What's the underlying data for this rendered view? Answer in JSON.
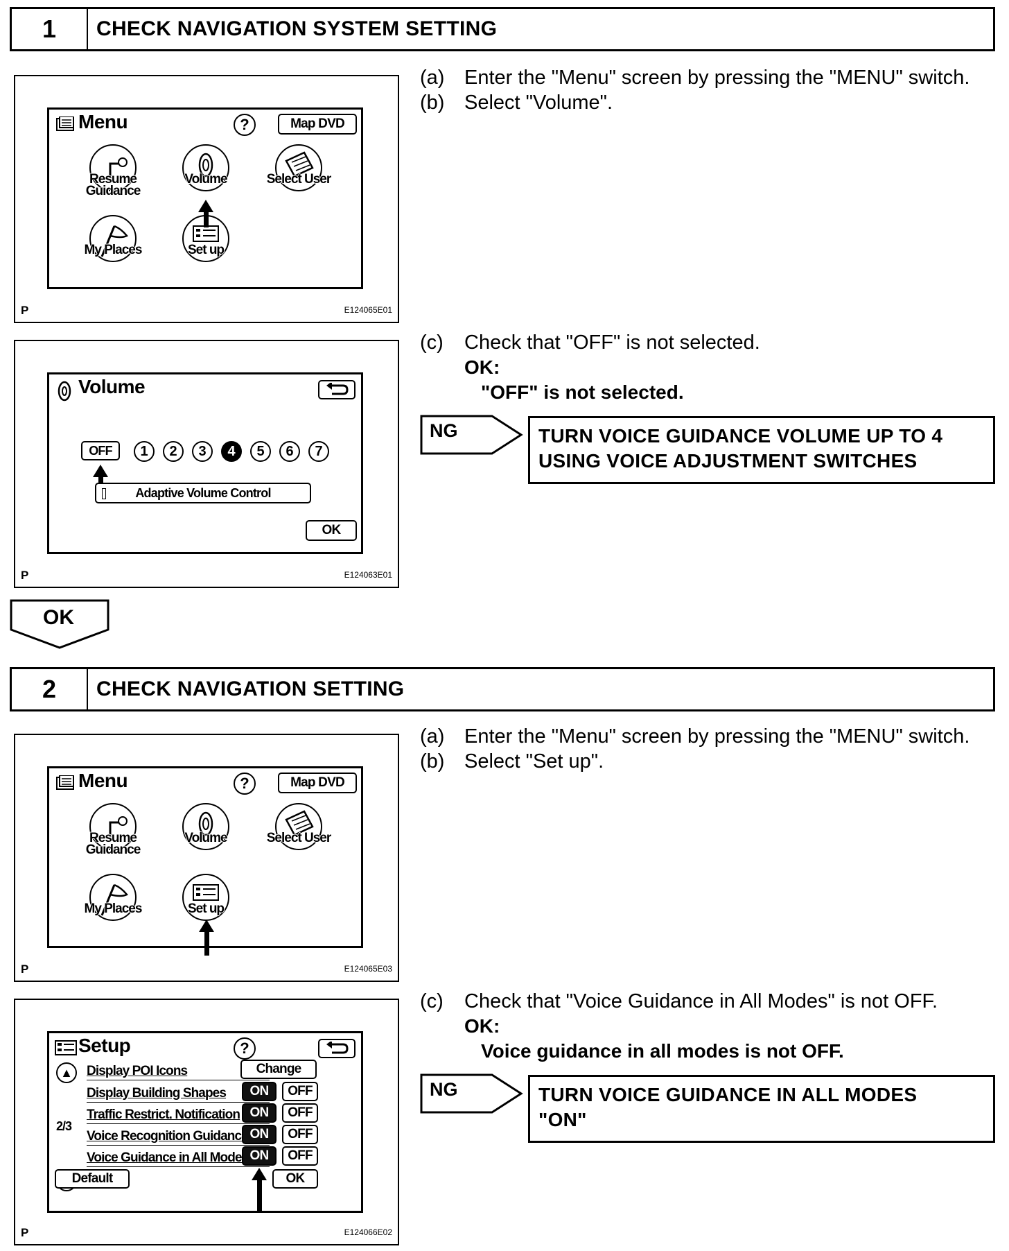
{
  "step1": {
    "number": "1",
    "title": "CHECK NAVIGATION SYSTEM SETTING",
    "instr_a_letter": "(a)",
    "instr_a": "Enter the \"Menu\" screen by pressing the \"MENU\" switch.",
    "instr_b_letter": "(b)",
    "instr_b": "Select \"Volume\".",
    "instr_c_letter": "(c)",
    "instr_c": "Check that \"OFF\" is not selected.",
    "ok_label": "OK:",
    "ok_text": "\"OFF\" is not selected.",
    "ng_label": "NG",
    "ng_line1": "TURN VOICE GUIDANCE VOLUME UP TO 4",
    "ng_line2": "USING VOICE ADJUSTMENT SWITCHES",
    "fig1_code": "E124065E01",
    "fig2_code": "E124063E01"
  },
  "ok_arrow_label": "OK",
  "step2": {
    "number": "2",
    "title": "CHECK NAVIGATION SETTING",
    "instr_a_letter": "(a)",
    "instr_a": "Enter the \"Menu\" screen by pressing the \"MENU\" switch.",
    "instr_b_letter": "(b)",
    "instr_b": "Select \"Set up\".",
    "instr_c_letter": "(c)",
    "instr_c": "Check that \"Voice Guidance in All Modes\" is not OFF.",
    "ok_label": "OK:",
    "ok_text": "Voice guidance in all modes is not OFF.",
    "ng_label": "NG",
    "ng_line1": "TURN VOICE GUIDANCE IN ALL MODES",
    "ng_line2": "\"ON\"",
    "fig3_code": "E124065E03",
    "fig4_code": "E124066E02"
  },
  "figure_p": "P",
  "menu_screen": {
    "title": "Menu",
    "help": "?",
    "map_dvd": "Map DVD",
    "resume_l1": "Resume",
    "resume_l2": "Guidance",
    "volume": "Volume",
    "select_user": "Select User",
    "my_places": "My Places",
    "set_up": "Set up"
  },
  "volume_screen": {
    "title": "Volume",
    "off": "OFF",
    "levels": [
      "1",
      "2",
      "3",
      "4",
      "5",
      "6",
      "7"
    ],
    "selected_level": "4",
    "adaptive": "Adaptive Volume Control",
    "ok": "OK"
  },
  "setup_screen": {
    "title": "Setup",
    "help": "?",
    "page": "2/3",
    "rows": [
      {
        "label": "Display POI Icons",
        "button": "Change"
      },
      {
        "label": "Display Building Shapes",
        "on": "ON",
        "off": "OFF"
      },
      {
        "label": "Traffic Restrict. Notification",
        "on": "ON",
        "off": "OFF"
      },
      {
        "label": "Voice Recognition Guidance",
        "on": "ON",
        "off": "OFF"
      },
      {
        "label": "Voice Guidance in All Modes",
        "on": "ON",
        "off": "OFF"
      }
    ],
    "default": "Default",
    "ok": "OK"
  }
}
